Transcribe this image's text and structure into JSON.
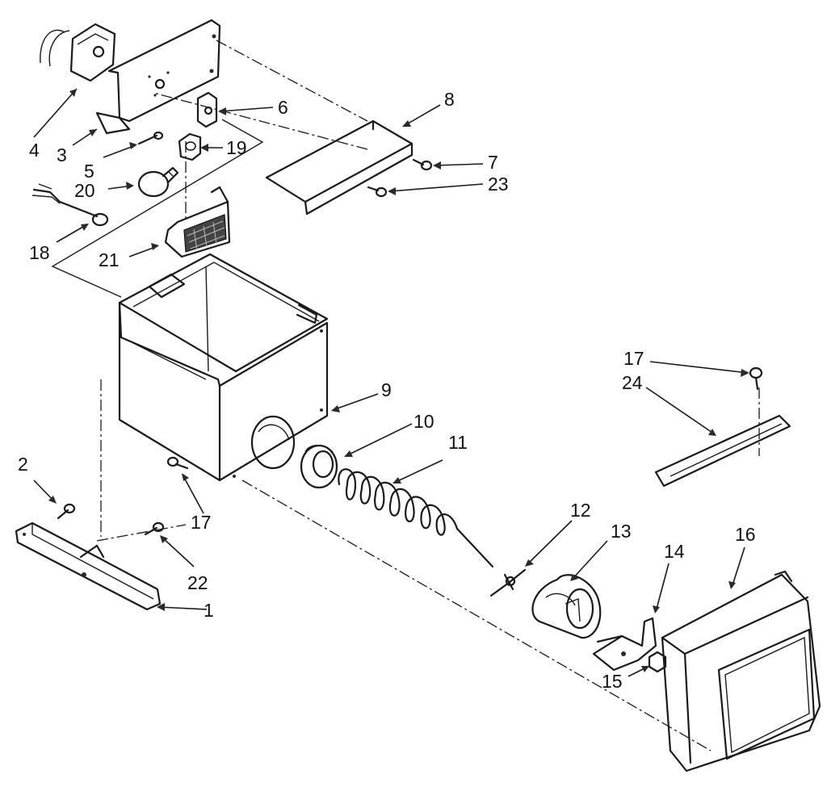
{
  "callouts": [
    {
      "id": "1",
      "text": "1"
    },
    {
      "id": "2",
      "text": "2"
    },
    {
      "id": "3",
      "text": "3"
    },
    {
      "id": "4",
      "text": "4"
    },
    {
      "id": "5",
      "text": "5"
    },
    {
      "id": "6",
      "text": "6"
    },
    {
      "id": "7",
      "text": "7"
    },
    {
      "id": "8",
      "text": "8"
    },
    {
      "id": "9",
      "text": "9"
    },
    {
      "id": "10",
      "text": "10"
    },
    {
      "id": "11",
      "text": "11"
    },
    {
      "id": "12",
      "text": "12"
    },
    {
      "id": "13",
      "text": "13"
    },
    {
      "id": "14",
      "text": "14"
    },
    {
      "id": "15",
      "text": "15"
    },
    {
      "id": "16",
      "text": "16"
    },
    {
      "id": "17a",
      "text": "17"
    },
    {
      "id": "17b",
      "text": "17"
    },
    {
      "id": "18",
      "text": "18"
    },
    {
      "id": "19",
      "text": "19"
    },
    {
      "id": "20",
      "text": "20"
    },
    {
      "id": "21",
      "text": "21"
    },
    {
      "id": "22",
      "text": "22"
    },
    {
      "id": "23",
      "text": "23"
    },
    {
      "id": "24",
      "text": "24"
    }
  ]
}
